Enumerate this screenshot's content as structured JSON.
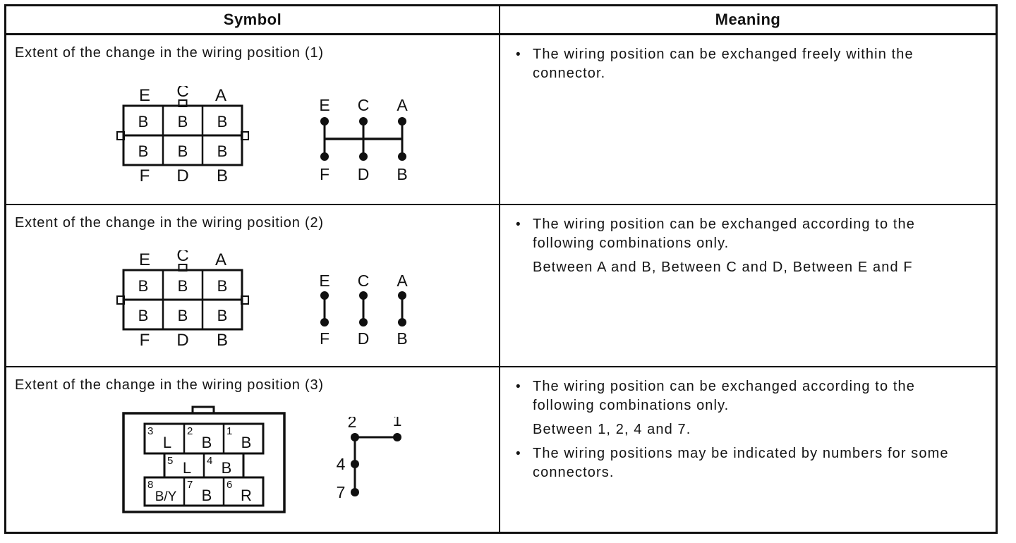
{
  "colors": {
    "ink": "#101010",
    "paper": "#ffffff"
  },
  "table": {
    "header": {
      "symbol_label": "Symbol",
      "meaning_label": "Meaning"
    },
    "rows": [
      {
        "title": "Extent of the change in the wiring position (1)",
        "connector": {
          "top_labels": [
            "E",
            "C",
            "A"
          ],
          "bottom_labels": [
            "F",
            "D",
            "B"
          ],
          "cells": [
            [
              "B",
              "B",
              "B"
            ],
            [
              "B",
              "B",
              "B"
            ]
          ]
        },
        "wiring": {
          "style": "all-positions-connected",
          "top_labels": [
            "E",
            "C",
            "A"
          ],
          "bottom_labels": [
            "F",
            "D",
            "B"
          ]
        },
        "meaning": [
          {
            "bullet": "•",
            "lines": [
              "The wiring position can be exchanged freely within the",
              "connector."
            ]
          }
        ]
      },
      {
        "title": "Extent of the change in the wiring position (2)",
        "connector": {
          "top_labels": [
            "E",
            "C",
            "A"
          ],
          "bottom_labels": [
            "F",
            "D",
            "B"
          ],
          "cells": [
            [
              "B",
              "B",
              "B"
            ],
            [
              "B",
              "B",
              "B"
            ]
          ]
        },
        "wiring": {
          "style": "vertical-pairs-only",
          "top_labels": [
            "E",
            "C",
            "A"
          ],
          "bottom_labels": [
            "F",
            "D",
            "B"
          ]
        },
        "meaning": [
          {
            "bullet": "•",
            "lines": [
              "The wiring position can be exchanged according to the",
              "following combinations only."
            ]
          },
          {
            "bullet": "",
            "lines": [
              "Between A and B, Between C and D, Between E and F"
            ]
          }
        ]
      },
      {
        "title": "Extent of the change in the wiring position (3)",
        "connector3": {
          "top_row": [
            {
              "num": "3",
              "code": "L"
            },
            {
              "num": "2",
              "code": "B"
            },
            {
              "num": "1",
              "code": "B"
            }
          ],
          "mid_row": [
            {
              "num": "5",
              "code": "L"
            },
            {
              "num": "4",
              "code": "B"
            }
          ],
          "bottom_row": [
            {
              "num": "8",
              "code": "B/Y"
            },
            {
              "num": "7",
              "code": "B"
            },
            {
              "num": "6",
              "code": "R"
            }
          ]
        },
        "wiring3": {
          "style": "positions-1-2-4-7-connected",
          "top_left": "2",
          "top_right": "1",
          "middle": "4",
          "bottom": "7"
        },
        "meaning": [
          {
            "bullet": "•",
            "lines": [
              "The wiring position can be exchanged according to the",
              "following combinations only."
            ]
          },
          {
            "bullet": "",
            "lines": [
              "Between 1, 2, 4 and 7."
            ]
          },
          {
            "bullet": "•",
            "lines": [
              "The wiring positions may be indicated by numbers for some",
              "connectors."
            ]
          }
        ]
      }
    ]
  }
}
